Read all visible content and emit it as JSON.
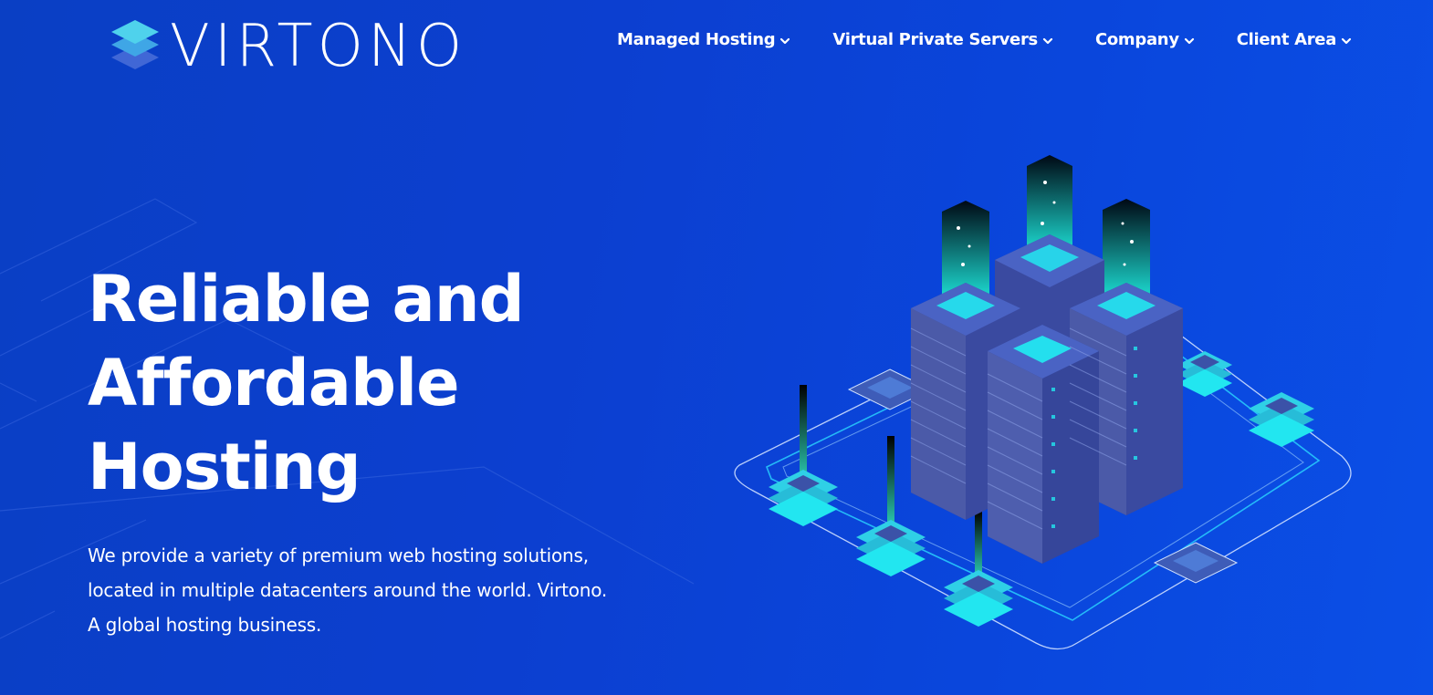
{
  "brand": {
    "name": "VIRTONO",
    "accent": "#3fc8e8"
  },
  "nav": {
    "items": [
      {
        "label": "Managed Hosting"
      },
      {
        "label": "Virtual Private Servers"
      },
      {
        "label": "Company"
      },
      {
        "label": "Client Area"
      }
    ]
  },
  "hero": {
    "title_lines": [
      "Reliable and",
      "Affordable",
      "Hosting"
    ],
    "description_lines": [
      "We provide a variety of premium web hosting solutions,",
      "located in multiple datacenters around the world. Virtono.",
      "A global hosting business."
    ]
  },
  "colors": {
    "background": "#0a3fc4",
    "cyan": "#22e6f0",
    "server": "#3b4fa8"
  },
  "icons": {
    "nav_dropdown": "chevron-down-icon",
    "logo": "stacked-layers-icon",
    "illustration": "server-towers-illustration"
  }
}
